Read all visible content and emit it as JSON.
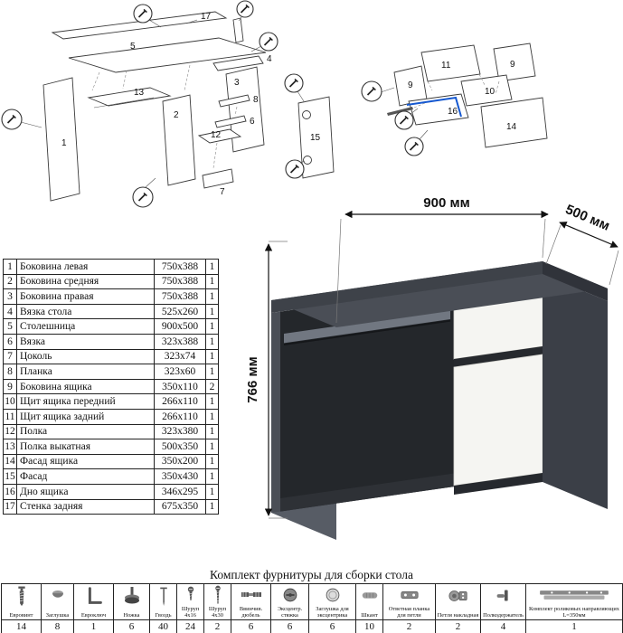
{
  "parts": {
    "rows": [
      {
        "num": "1",
        "name": "Боковина левая",
        "size": "750x388",
        "qty": "1"
      },
      {
        "num": "2",
        "name": "Боковина средняя",
        "size": "750x388",
        "qty": "1"
      },
      {
        "num": "3",
        "name": "Боковина правая",
        "size": "750x388",
        "qty": "1"
      },
      {
        "num": "4",
        "name": "Вязка стола",
        "size": "525x260",
        "qty": "1"
      },
      {
        "num": "5",
        "name": "Столешница",
        "size": "900x500",
        "qty": "1"
      },
      {
        "num": "6",
        "name": "Вязка",
        "size": "323x388",
        "qty": "1"
      },
      {
        "num": "7",
        "name": "Цоколь",
        "size": "323x74",
        "qty": "1"
      },
      {
        "num": "8",
        "name": "Планка",
        "size": "323x60",
        "qty": "1"
      },
      {
        "num": "9",
        "name": "Боковина ящика",
        "size": "350x110",
        "qty": "2"
      },
      {
        "num": "10",
        "name": "Щит ящика передний",
        "size": "266x110",
        "qty": "1"
      },
      {
        "num": "11",
        "name": "Щит ящика задний",
        "size": "266x110",
        "qty": "1"
      },
      {
        "num": "12",
        "name": "Полка",
        "size": "323x380",
        "qty": "1"
      },
      {
        "num": "13",
        "name": "Полка выкатная",
        "size": "500x350",
        "qty": "1"
      },
      {
        "num": "14",
        "name": "Фасад ящика",
        "size": "350x200",
        "qty": "1"
      },
      {
        "num": "15",
        "name": "Фасад",
        "size": "350x430",
        "qty": "1"
      },
      {
        "num": "16",
        "name": "Дно ящика",
        "size": "346x295",
        "qty": "1"
      },
      {
        "num": "17",
        "name": "Стенка задняя",
        "size": "675x350",
        "qty": "1"
      }
    ]
  },
  "desk_figure": {
    "width": "900 мм",
    "depth": "500 мм",
    "height": "766 мм",
    "colors": {
      "top": "#4a4e56",
      "side": "#575c65",
      "front_white": "#f5f5f2",
      "shadow": "#24272b"
    }
  },
  "diagram": {
    "accent_blue": "#1558d0",
    "left": {
      "n17": "17",
      "n5": "5",
      "n4": "4",
      "n3": "3",
      "n13": "13",
      "n2": "2",
      "n1": "1",
      "n12": "12",
      "n8": "8",
      "n15": "15",
      "n6": "6",
      "n7": "7"
    },
    "right": {
      "n11": "11",
      "n9a": "9",
      "n9b": "9",
      "n10": "10",
      "n16": "16",
      "n14": "14"
    }
  },
  "hardware": {
    "title": "Комплект фурнитуры для сборки стола",
    "items": [
      {
        "name": "Евровинт",
        "qty": "14",
        "icon": "confirmat-screw-icon"
      },
      {
        "name": "Заглушка",
        "qty": "8",
        "icon": "cap-icon"
      },
      {
        "name": "Евроключ",
        "qty": "1",
        "icon": "hex-key-icon"
      },
      {
        "name": "Ножка",
        "qty": "6",
        "icon": "foot-icon"
      },
      {
        "name": "Гвоздь",
        "qty": "40",
        "icon": "nail-icon"
      },
      {
        "name": "Шуруп 4x16",
        "qty": "24",
        "icon": "screw-short-icon"
      },
      {
        "name": "Шуруп 4x30",
        "qty": "2",
        "icon": "screw-long-icon"
      },
      {
        "name": "Ввинчив. дюбель",
        "qty": "6",
        "icon": "dowel-screw-icon"
      },
      {
        "name": "Эксцентр. стяжка",
        "qty": "6",
        "icon": "cam-lock-icon"
      },
      {
        "name": "Заглушка для эксцентрика",
        "qty": "6",
        "icon": "cam-cap-icon"
      },
      {
        "name": "Шкант",
        "qty": "10",
        "icon": "wooden-dowel-icon"
      },
      {
        "name": "Ответная планка для петли",
        "qty": "2",
        "icon": "hinge-plate-icon"
      },
      {
        "name": "Петля накладная",
        "qty": "2",
        "icon": "hinge-icon"
      },
      {
        "name": "Полкодержатель",
        "qty": "4",
        "icon": "shelf-pin-icon"
      },
      {
        "name": "Комплект роликовых направляющих L=350мм",
        "qty": "1",
        "icon": "drawer-slide-icon"
      }
    ]
  }
}
